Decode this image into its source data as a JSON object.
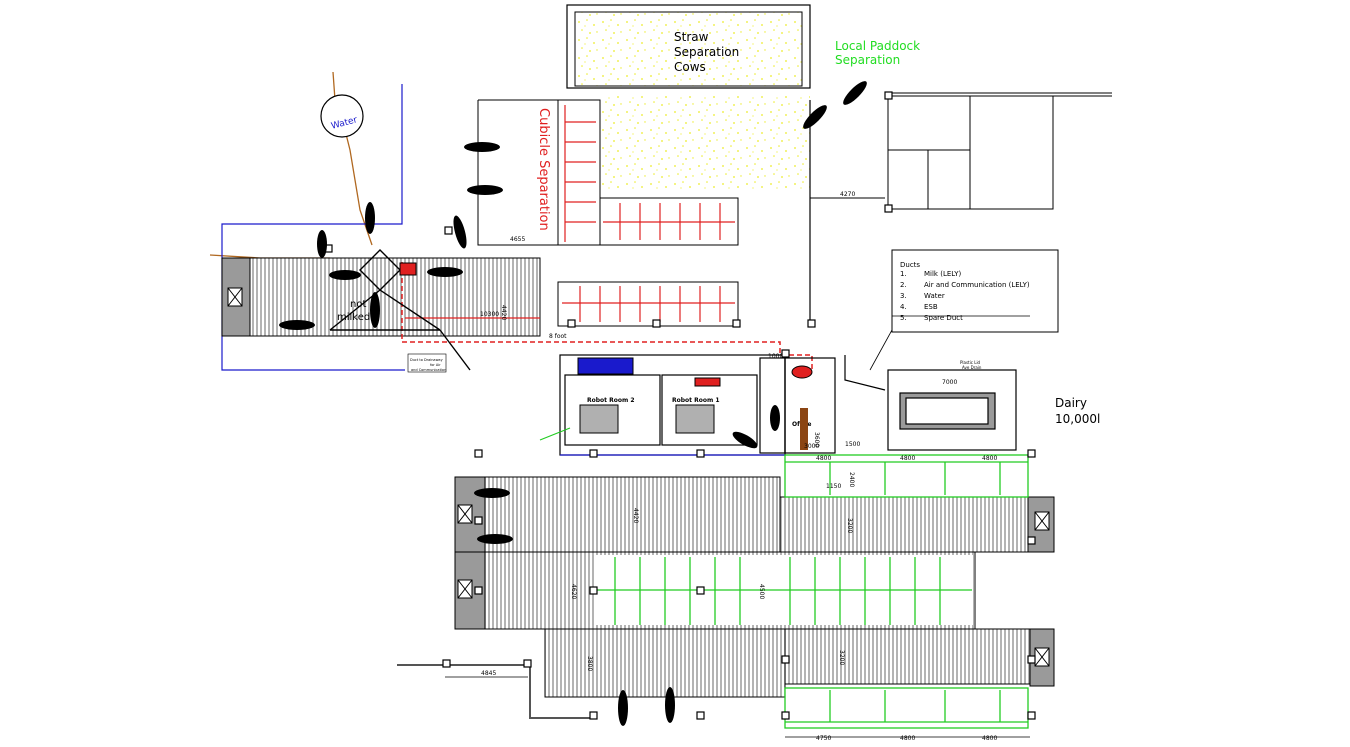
{
  "labels": {
    "straw_line1": "Straw",
    "straw_line2": "Separation",
    "straw_line3": "Cows",
    "paddock_line1": "Local Paddock",
    "paddock_line2": "Separation",
    "cubicle": "Cubicle Separation",
    "water": "Water",
    "not_milked_line1": "not",
    "not_milked_line2": "milked",
    "robot_room_2": "Robot Room 2",
    "robot_room_1": "Robot Room 1",
    "office": "Office",
    "dairy_line1": "Dairy",
    "dairy_line2": "10,000l",
    "duct_note_line1": "Duct to Drainaway",
    "duct_note_line2": "for Air",
    "duct_note_line3": "and Communication",
    "eight_foot": "8 foot",
    "plastic_lid": "Plastic Lid",
    "ave_drain": "Ave Drain"
  },
  "ducts": {
    "title": "Ducts",
    "items": [
      {
        "num": "1.",
        "label": "Milk (LELY)"
      },
      {
        "num": "2.",
        "label": "Air and Communication (LELY)"
      },
      {
        "num": "3.",
        "label": "Water"
      },
      {
        "num": "4.",
        "label": "ESB"
      },
      {
        "num": "5.",
        "label": "Spare Duct"
      }
    ]
  },
  "dimensions": {
    "d4655": "4655",
    "d4270": "4270",
    "d10300": "10300",
    "d4420_top": "4420",
    "d1000": "1000",
    "d3000": "3000",
    "d7000": "7000",
    "d3600": "3600",
    "d1500": "1500",
    "d1150": "1150",
    "d2400": "2400",
    "d4800_a": "4800",
    "d4800_b": "4800",
    "d4800_c": "4800",
    "d4420_mid": "4420",
    "d3200_a": "3200",
    "d4620": "4620",
    "d4500": "4500",
    "d3800": "3800",
    "d3200_b": "3200",
    "d4845": "4845",
    "d4750": "4750",
    "d4800_d": "4800",
    "d4800_e": "4800"
  },
  "colors": {
    "outline": "#000000",
    "slat": "#9a9a9a",
    "cubicle_red": "#e02020",
    "green_line": "#22cc22",
    "blue_line": "#1a1acc",
    "pipe": "#b06820",
    "straw": "#f0f030",
    "paddock_text": "#22dd22"
  }
}
